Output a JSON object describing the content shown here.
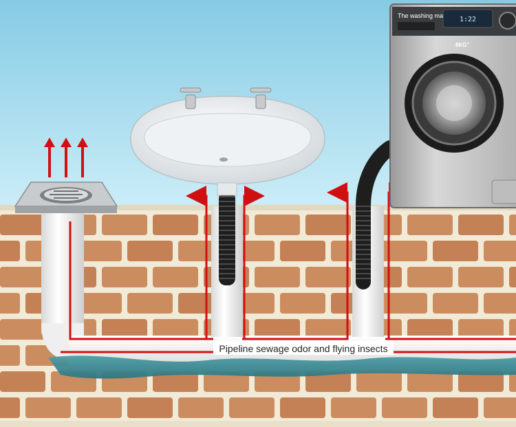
{
  "washing_machine": {
    "title": "The washing machine",
    "display": "1:22",
    "brand": "8KG",
    "brand_sup": "+"
  },
  "caption": "Pipeline sewage odor and flying insects",
  "colors": {
    "sky_top": "#8fcfe6",
    "sky_bottom": "#c9ecf7",
    "mortar": "#f1ead7",
    "brick": "#c98a5c",
    "water": "#3d8a94",
    "arrow_red": "#d01010",
    "pipe": "#f4f4f4"
  },
  "icons": [
    "floor-drain-icon",
    "wash-basin-icon",
    "washing-machine-icon",
    "up-arrow-icon",
    "corrugated-hose-icon"
  ]
}
